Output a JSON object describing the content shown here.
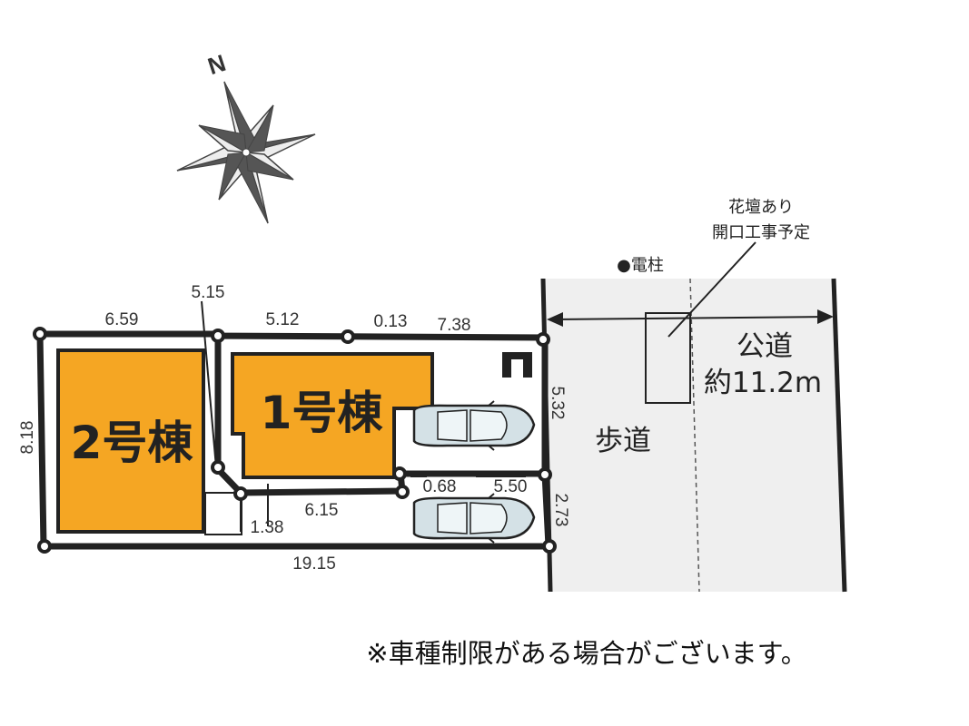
{
  "compass": {
    "north_label": "N"
  },
  "buildings": {
    "building_2": {
      "label": "2号棟",
      "color": "#F5A623"
    },
    "building_1": {
      "label": "1号棟",
      "color": "#F5A623"
    }
  },
  "dimensions": {
    "left_top": "6.59",
    "passage_diag": "5.15",
    "mid_top": "5.12",
    "small_top": "0.13",
    "right_top": "7.38",
    "left_side": "8.18",
    "right_side_upper": "5.32",
    "right_side_lower": "2.73",
    "passage_width": "1.38",
    "passage_length": "6.15",
    "step_small": "0.68",
    "parking_width": "5.50",
    "bottom_total": "19.15"
  },
  "road": {
    "sidewalk_label": "歩道",
    "public_road_label": "公道",
    "road_width_label": "約11.2m",
    "pole_label": "●電柱",
    "flowerbed_note_line1": "花壇あり",
    "flowerbed_note_line2": "開口工事予定",
    "road_color": "#EFEFEF"
  },
  "footnote": "※車種制限がある場合がございます。"
}
